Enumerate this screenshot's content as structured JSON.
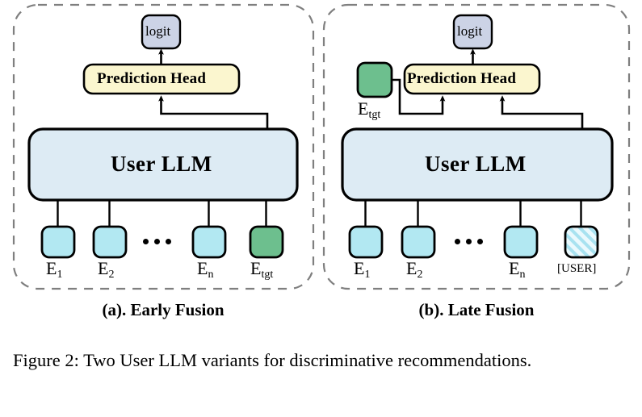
{
  "figure": {
    "caption": "Figure 2: Two User LLM variants for discriminative recommendations."
  },
  "colors": {
    "logit_fill": "#ccd3e6",
    "prediction_head_fill": "#fbf6cf",
    "llm_fill": "#ddebf4",
    "embedding_fill": "#b2e8f2",
    "target_fill": "#6dbf8e",
    "user_token_fill": "#e6f7fb",
    "user_token_hatch": "#9fdcea",
    "stroke": "#000000",
    "panel_border": "#7f7f7f"
  },
  "panels": [
    {
      "id": "early-fusion",
      "caption": "(a). Early Fusion",
      "logit": "logit",
      "prediction_head": "Prediction Head",
      "llm": "User LLM",
      "ellipsis": "•••",
      "tokens": [
        {
          "label": "E",
          "sub": "1",
          "kind": "embedding"
        },
        {
          "label": "E",
          "sub": "2",
          "kind": "embedding"
        },
        {
          "label": "E",
          "sub": "n",
          "kind": "embedding"
        },
        {
          "label": "E",
          "sub": "tgt",
          "kind": "target"
        }
      ]
    },
    {
      "id": "late-fusion",
      "caption": "(b). Late Fusion",
      "logit": "logit",
      "prediction_head": "Prediction Head",
      "llm": "User LLM",
      "ellipsis": "•••",
      "target_side": {
        "label": "E",
        "sub": "tgt",
        "kind": "target"
      },
      "tokens": [
        {
          "label": "E",
          "sub": "1",
          "kind": "embedding"
        },
        {
          "label": "E",
          "sub": "2",
          "kind": "embedding"
        },
        {
          "label": "E",
          "sub": "n",
          "kind": "embedding"
        },
        {
          "label": "[USER]",
          "sub": "",
          "kind": "user-token"
        }
      ]
    }
  ]
}
